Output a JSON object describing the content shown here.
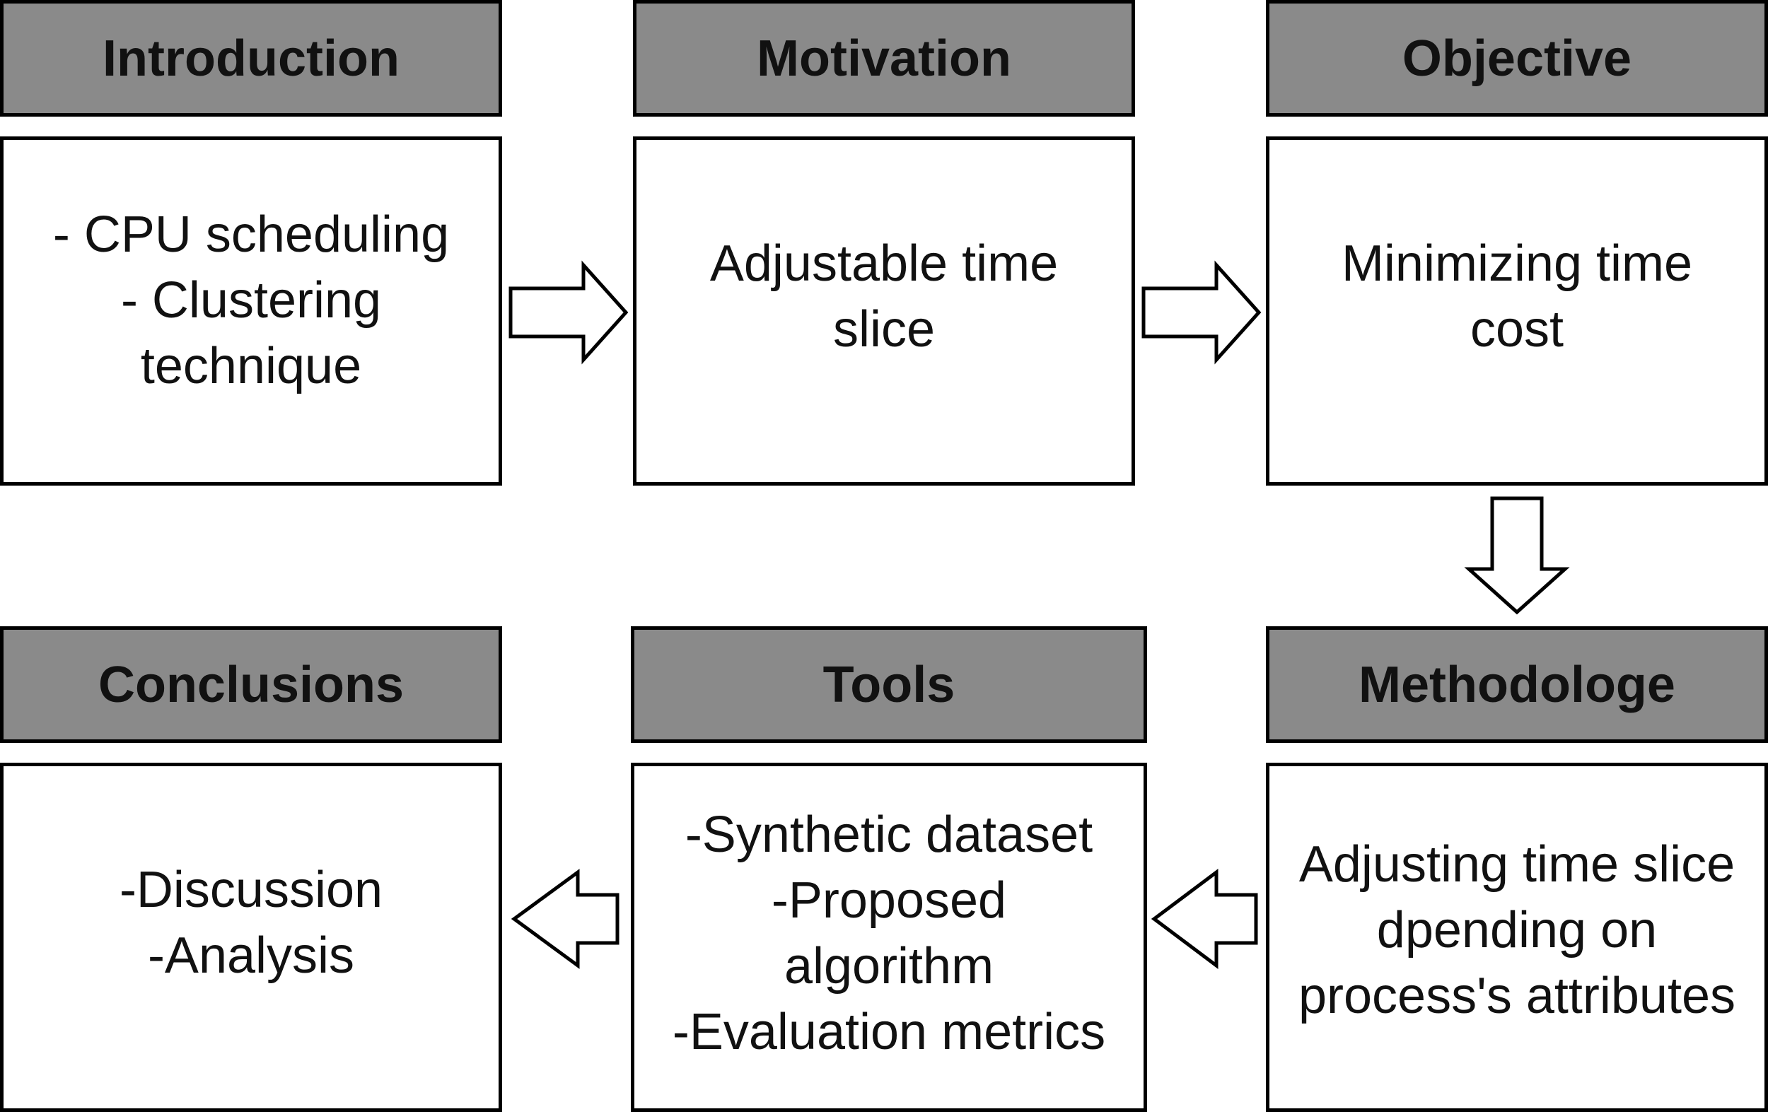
{
  "top_row": [
    {
      "title": "Introduction",
      "lines": [
        "- CPU scheduling",
        "- Clustering",
        "technique"
      ]
    },
    {
      "title": "Motivation",
      "lines": [
        "Adjustable time",
        "slice"
      ]
    },
    {
      "title": "Objective",
      "lines": [
        "Minimizing time",
        "cost"
      ]
    }
  ],
  "bottom_row": [
    {
      "title": "Conclusions",
      "lines": [
        "-Discussion",
        "-Analysis"
      ]
    },
    {
      "title": "Tools",
      "lines": [
        "-Synthetic dataset",
        "-Proposed",
        "algorithm",
        "-Evaluation metrics"
      ]
    },
    {
      "title": "Methodologe",
      "lines": [
        "Adjusting time slice",
        "dpending on",
        "process's attributes"
      ]
    }
  ]
}
